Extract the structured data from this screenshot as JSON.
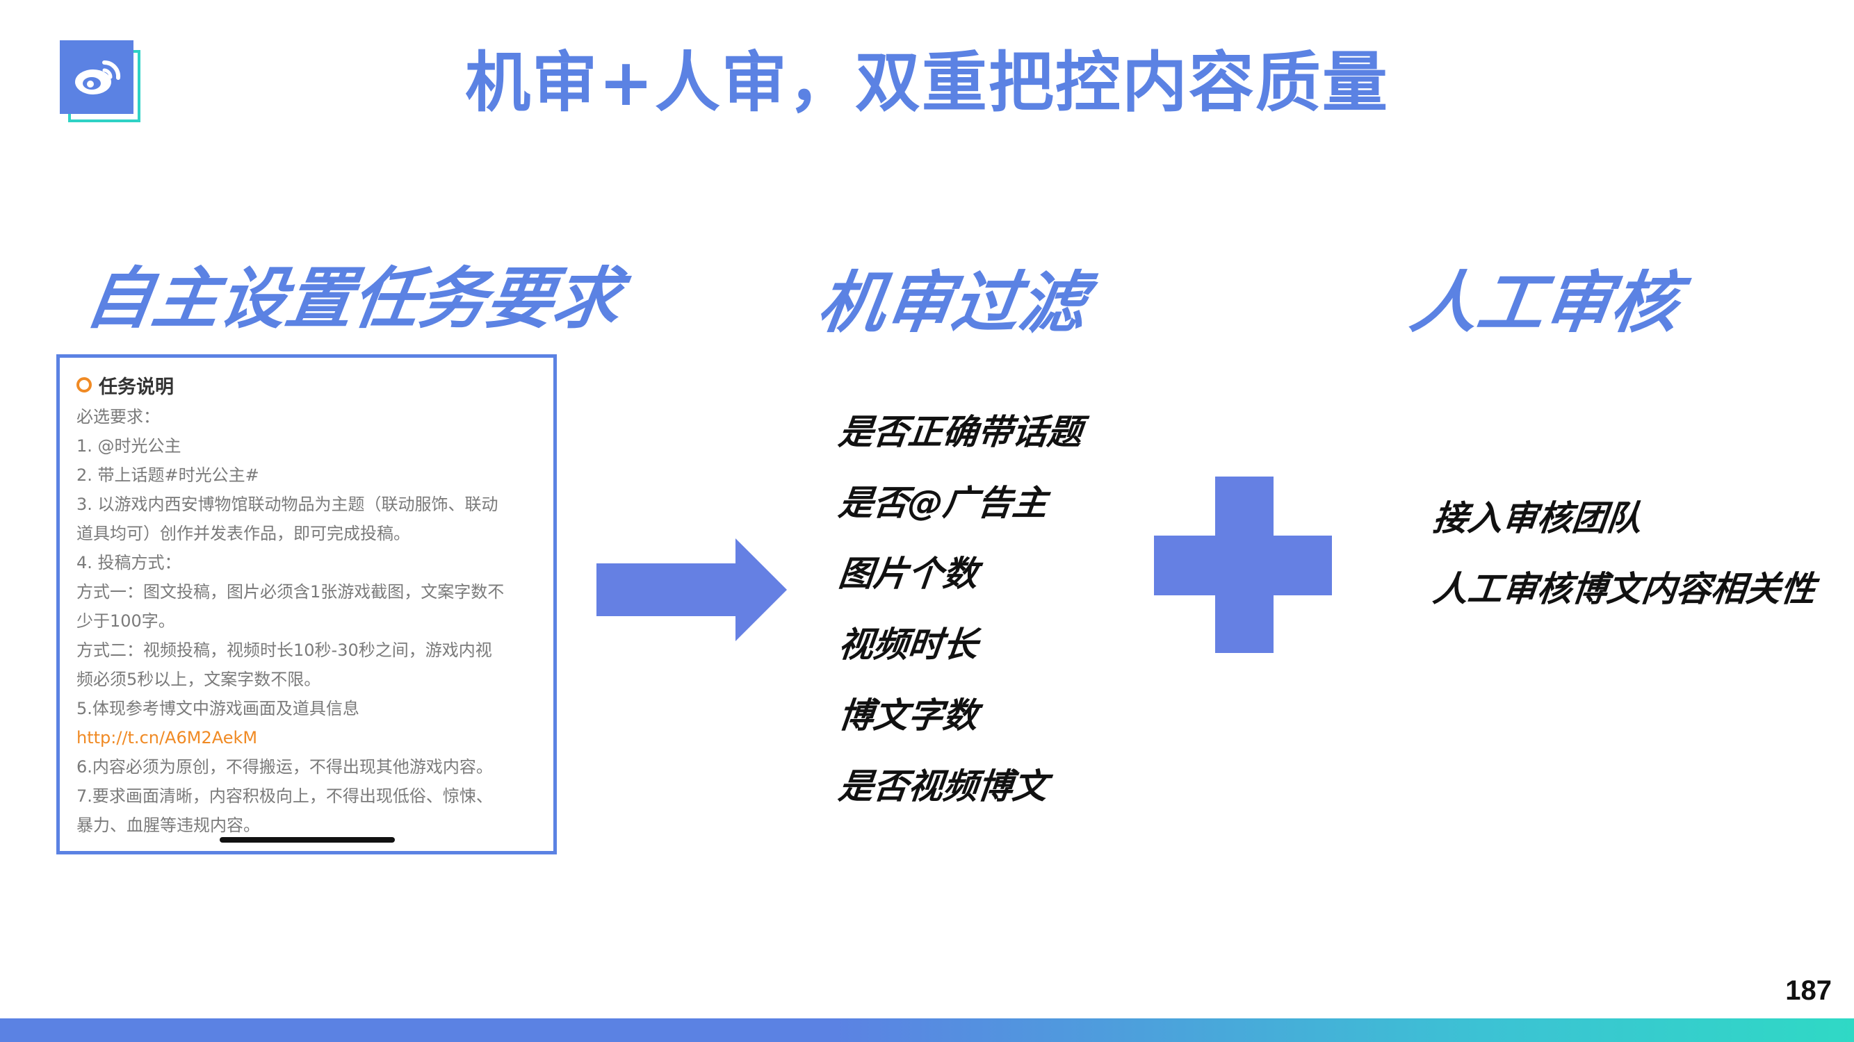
{
  "colors": {
    "accent": "#5b82e3",
    "plus": "#6580e3",
    "teal": "#2fd2c5",
    "link": "#f08a24",
    "text": "#111111"
  },
  "logo": {
    "icon": "weibo-logo-icon"
  },
  "title": "机审+人审，双重把控内容质量",
  "sections": {
    "left_heading": "自主设置任务要求",
    "middle_heading": "机审过滤",
    "right_heading": "人工审核"
  },
  "task_panel": {
    "title": "任务说明",
    "lines": [
      "必选要求：",
      "1. @时光公主",
      "2. 带上话题#时光公主#",
      "3. 以游戏内西安博物馆联动物品为主题（联动服饰、联动",
      "道具均可）创作并发表作品，即可完成投稿。",
      "4. 投稿方式：",
      "方式一：图文投稿，图片必须含1张游戏截图，文案字数不",
      "少于100字。",
      "方式二：视频投稿，视频时长10秒-30秒之间，游戏内视",
      "频必须5秒以上，文案字数不限。",
      "5.体现参考博文中游戏画面及道具信息",
      "http://t.cn/A6M2AekM",
      "6.内容必须为原创，不得搬运，不得出现其他游戏内容。",
      "7.要求画面清晰，内容积极向上，不得出现低俗、惊悚、",
      "暴力、血腥等违规内容。"
    ]
  },
  "machine_review": [
    "是否正确带话题",
    "是否@广告主",
    "图片个数",
    "视频时长",
    "博文字数",
    "是否视频博文"
  ],
  "human_review": [
    "接入审核团队",
    "人工审核博文内容相关性"
  ],
  "page_number": "187"
}
